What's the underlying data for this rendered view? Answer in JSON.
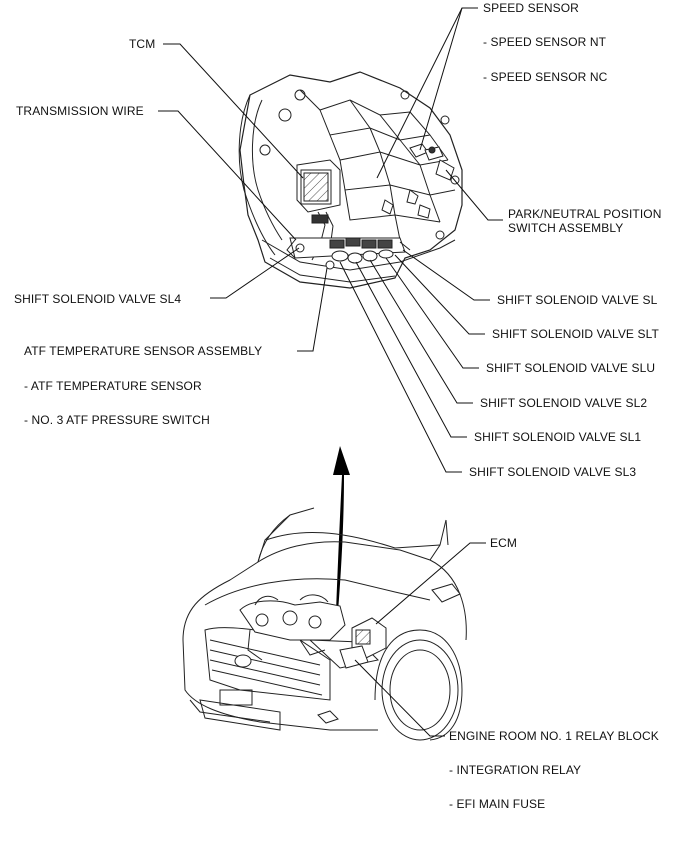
{
  "labels": {
    "speed_sensor": "SPEED SENSOR",
    "speed_sensor_nt": "- SPEED SENSOR NT",
    "speed_sensor_nc": "- SPEED SENSOR NC",
    "tcm": "TCM",
    "transmission_wire": "TRANSMISSION WIRE",
    "park_neutral_1": "PARK/NEUTRAL POSITION",
    "park_neutral_2": "SWITCH ASSEMBLY",
    "sl4": "SHIFT SOLENOID VALVE SL4",
    "sl": "SHIFT SOLENOID VALVE SL",
    "slt": "SHIFT SOLENOID VALVE SLT",
    "atf_assembly": "ATF TEMPERATURE SENSOR ASSEMBLY",
    "slu": "SHIFT SOLENOID VALVE SLU",
    "atf_sensor": "- ATF TEMPERATURE SENSOR",
    "sl2": "SHIFT SOLENOID VALVE SL2",
    "no3_switch": "- NO. 3 ATF PRESSURE SWITCH",
    "sl1": "SHIFT SOLENOID VALVE SL1",
    "sl3": "SHIFT SOLENOID VALVE SL3",
    "ecm": "ECM",
    "relay_block": "ENGINE ROOM NO. 1 RELAY BLOCK",
    "integration_relay": "- INTEGRATION RELAY",
    "efi_main_fuse": "- EFI MAIN FUSE"
  }
}
